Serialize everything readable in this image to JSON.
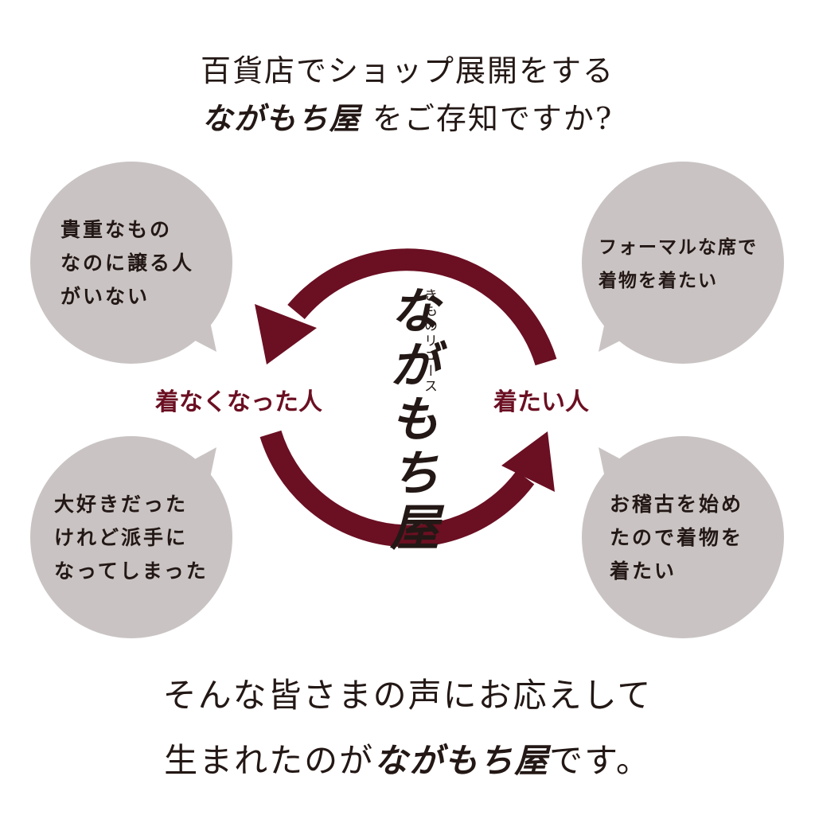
{
  "heading": {
    "line1": "百貨店でショップ展開をする",
    "line2_brand": "ながもち屋",
    "line2_rest": "をご存知ですか?"
  },
  "bubbles": [
    {
      "lines": [
        "貴重なもの",
        "なのに譲る人",
        "がいない"
      ]
    },
    {
      "lines": [
        "フォーマルな席で",
        "着物を着たい"
      ]
    },
    {
      "lines": [
        "大好きだった",
        "けれど派手に",
        "なってしまった"
      ]
    },
    {
      "lines": [
        "お稽古を始め",
        "たので着物を",
        "着たい"
      ]
    }
  ],
  "cycle": {
    "left_label": "着なくなった人",
    "right_label": "着たい人",
    "subtitle": "きものリユース",
    "logo": "ながもち屋"
  },
  "footer": {
    "line1": "そんな皆さまの声にお応えして",
    "line2_pre": "生まれたのが",
    "line2_brand": "ながもち屋",
    "line2_post": "です。"
  },
  "colors": {
    "accent": "#6b0f22",
    "bubble": "#c9c4c3",
    "text": "#231815"
  }
}
